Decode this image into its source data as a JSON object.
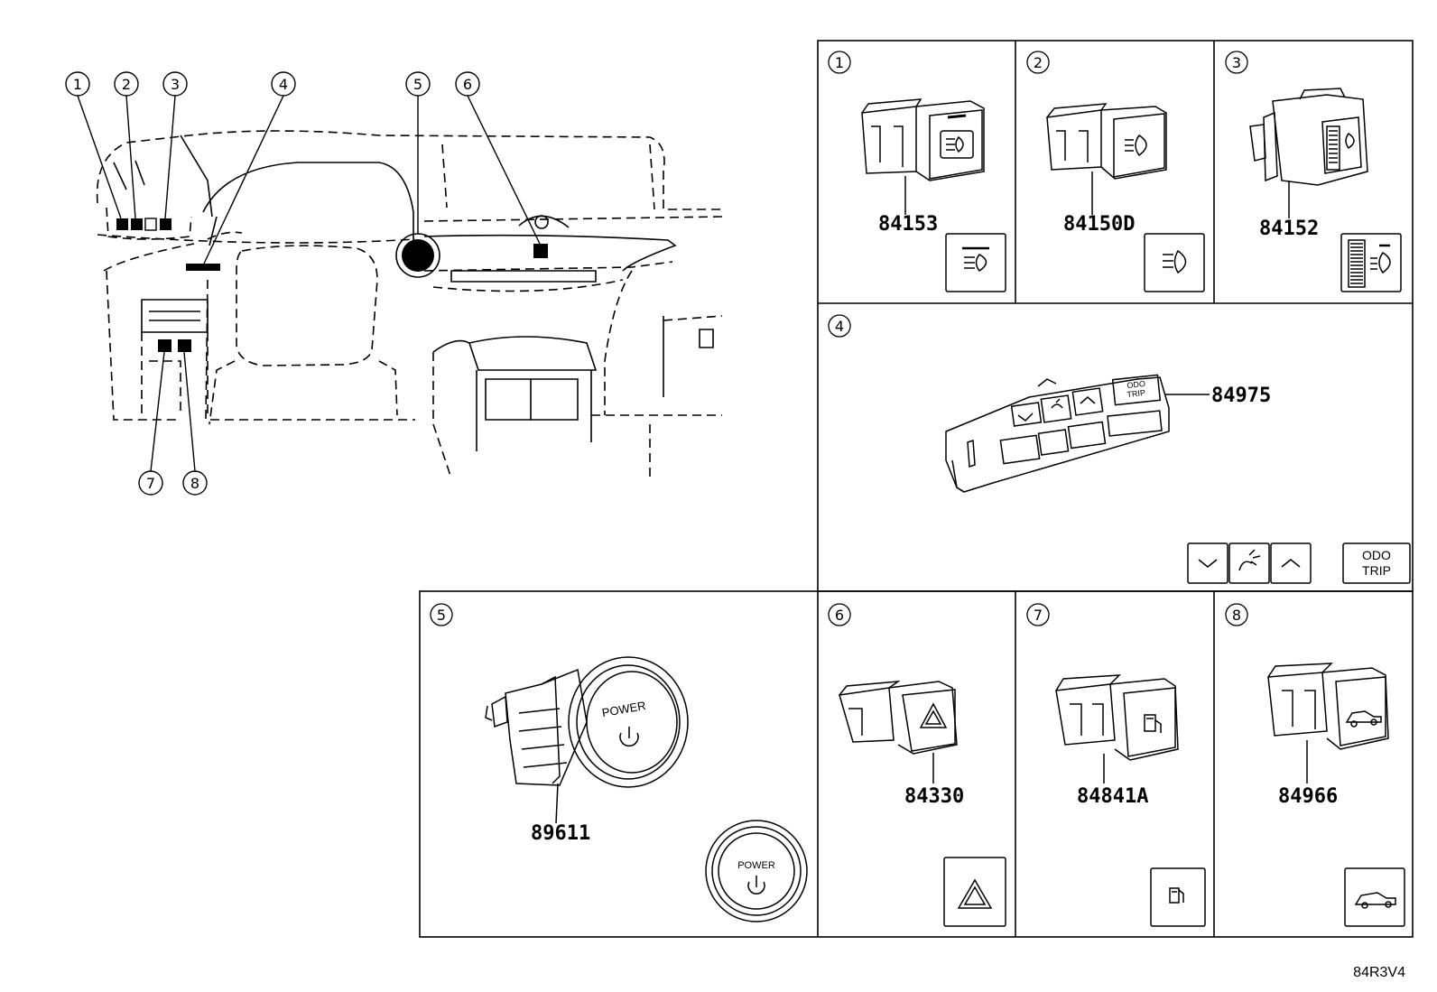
{
  "diagram": {
    "callouts": [
      "1",
      "2",
      "3",
      "4",
      "5",
      "6",
      "7",
      "8"
    ],
    "panels": [
      {
        "num": "1",
        "part": "84153"
      },
      {
        "num": "2",
        "part": "84150D"
      },
      {
        "num": "3",
        "part": "84152"
      },
      {
        "num": "4",
        "part": "84975"
      },
      {
        "num": "5",
        "part": "89611"
      },
      {
        "num": "6",
        "part": "84330"
      },
      {
        "num": "7",
        "part": "84841A"
      },
      {
        "num": "8",
        "part": "84966"
      }
    ],
    "switch_labels": {
      "power": "POWER",
      "odo_line1": "ODO",
      "odo_line2": "TRIP"
    },
    "ref_code": "84R3V4"
  }
}
